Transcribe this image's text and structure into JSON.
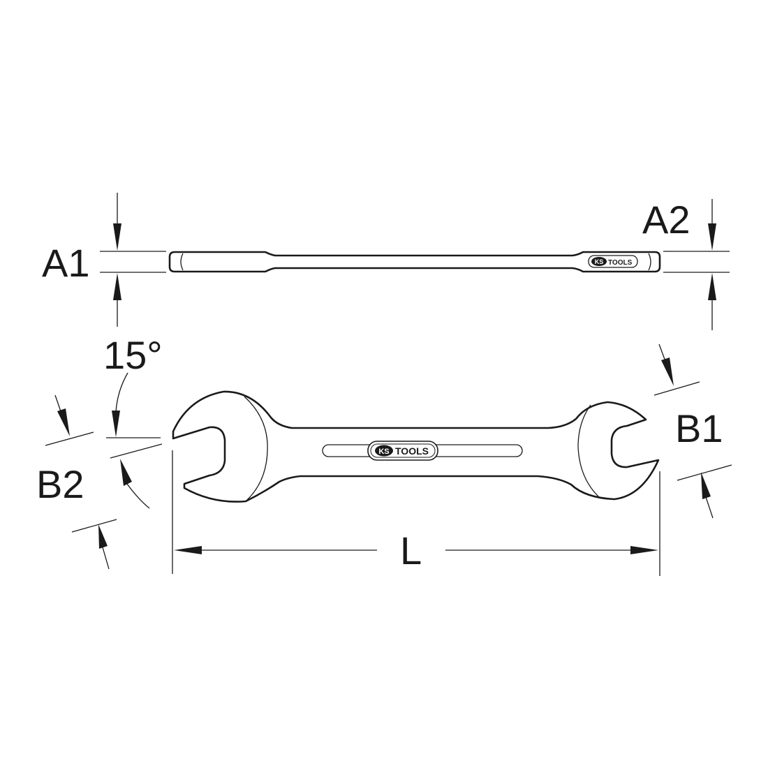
{
  "labels": {
    "a1": "A1",
    "a2": "A2",
    "b1": "B1",
    "b2": "B2",
    "angle": "15°",
    "length": "L"
  },
  "brand": {
    "ks": "KS",
    "tools": "TOOLS"
  }
}
